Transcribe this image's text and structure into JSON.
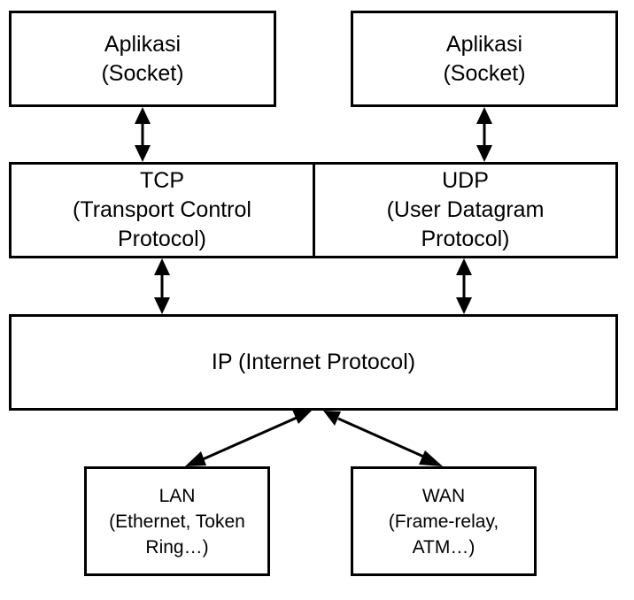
{
  "diagram": {
    "app_left": {
      "line1": "Aplikasi",
      "line2": "(Socket)"
    },
    "app_right": {
      "line1": "Aplikasi",
      "line2": "(Socket)"
    },
    "tcp": {
      "line1": "TCP",
      "line2": "(Transport Control",
      "line3": "Protocol)"
    },
    "udp": {
      "line1": "UDP",
      "line2": "(User Datagram",
      "line3": "Protocol)"
    },
    "ip": {
      "line1": "IP (Internet Protocol)"
    },
    "lan": {
      "line1": "LAN",
      "line2": "(Ethernet, Token",
      "line3": "Ring…)"
    },
    "wan": {
      "line1": "WAN",
      "line2": "(Frame-relay,",
      "line3": "ATM…)"
    }
  }
}
